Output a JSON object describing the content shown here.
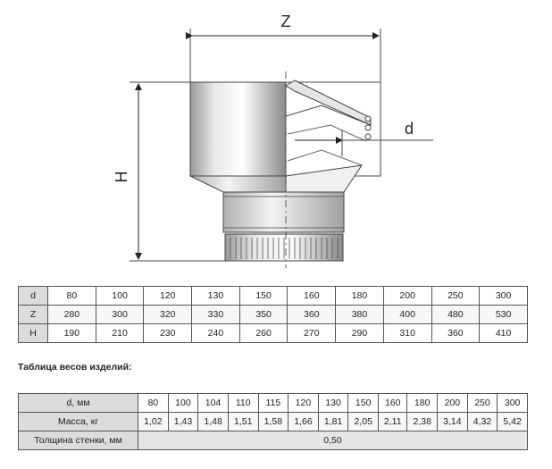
{
  "drawing": {
    "dim_z_label": "Z",
    "dim_h_label": "H",
    "dim_d_label": "d"
  },
  "dimensions_table": {
    "rows": [
      {
        "label": "d",
        "values": [
          "80",
          "100",
          "120",
          "130",
          "150",
          "160",
          "180",
          "200",
          "250",
          "300"
        ]
      },
      {
        "label": "Z",
        "values": [
          "280",
          "300",
          "320",
          "330",
          "350",
          "360",
          "380",
          "400",
          "480",
          "530"
        ]
      },
      {
        "label": "H",
        "values": [
          "190",
          "210",
          "230",
          "240",
          "260",
          "270",
          "290",
          "310",
          "360",
          "410"
        ]
      }
    ]
  },
  "weights_title": "Таблица весов изделий:",
  "weights_table": {
    "d_row": {
      "label": "d, мм",
      "values": [
        "80",
        "100",
        "104",
        "110",
        "115",
        "120",
        "130",
        "150",
        "160",
        "180",
        "200",
        "250",
        "300"
      ]
    },
    "mass_row": {
      "label": "Масса, кг",
      "values": [
        "1,02",
        "1,43",
        "1,48",
        "1,51",
        "1,58",
        "1,66",
        "1,81",
        "2,05",
        "2,11",
        "2,38",
        "3,14",
        "4,32",
        "5,42"
      ]
    },
    "wall_row": {
      "label": "Толщина стенки, мм",
      "value": "0,50"
    }
  }
}
